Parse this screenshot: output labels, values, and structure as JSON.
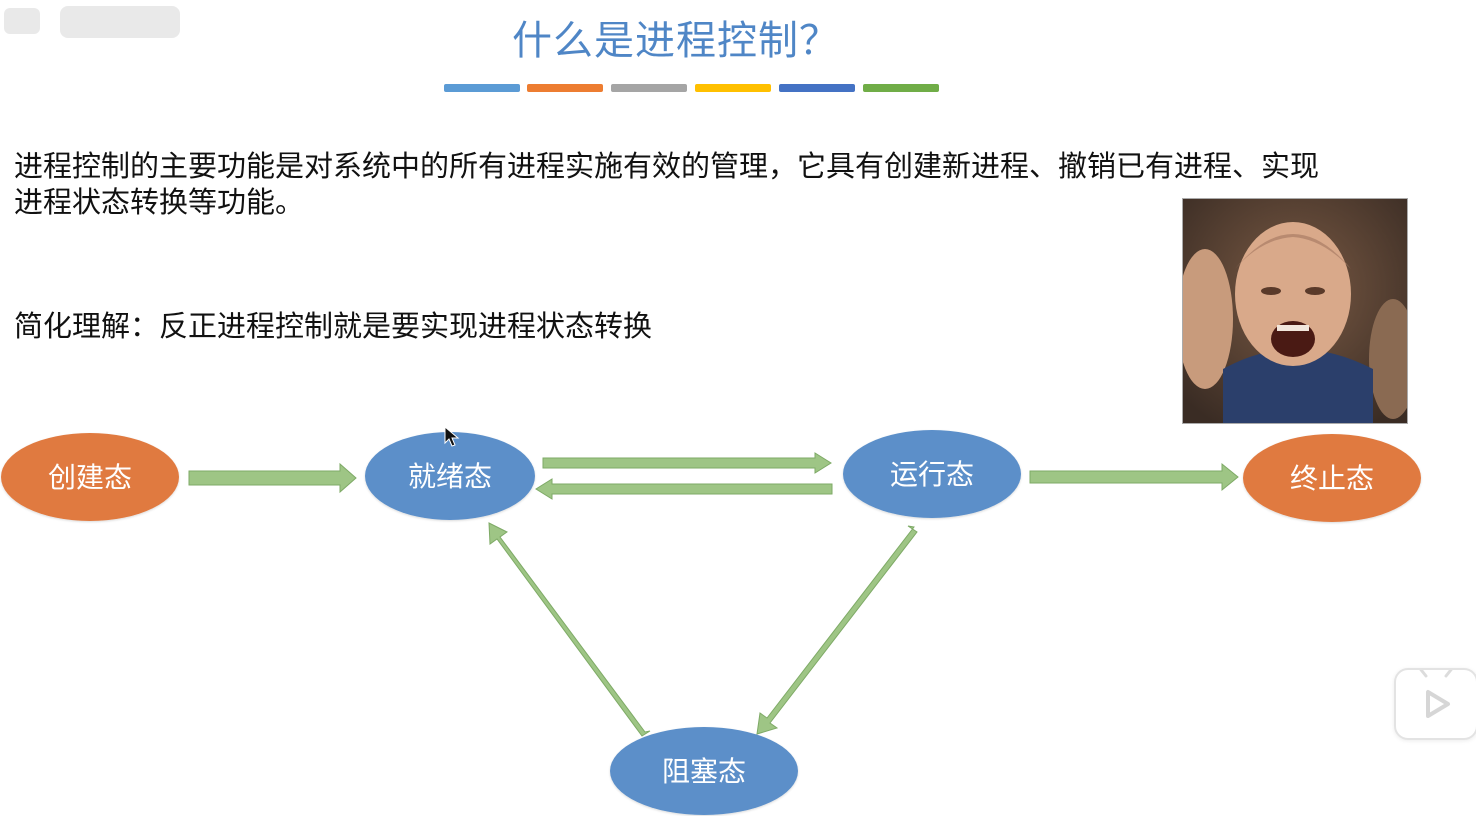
{
  "slide": {
    "title": "什么是进程控制？",
    "title_bar_colors": [
      "#5b9bd5",
      "#ed7d31",
      "#a5a5a5",
      "#ffc000",
      "#4472c4",
      "#70ad47"
    ],
    "paragraph_line1": "进程控制的主要功能是对系统中的所有进程实施有效的管理，它具有创建新进程、撤销已有进程、实现",
    "paragraph_line2": "进程状态转换等功能。",
    "simple_text": "简化理解：反正进程控制就是要实现进程状态转换"
  },
  "diagram": {
    "nodes": {
      "create": {
        "label": "创建态",
        "color": "#e07a3f"
      },
      "ready": {
        "label": "就绪态",
        "color": "#5b8fc9"
      },
      "running": {
        "label": "运行态",
        "color": "#5b8fc9"
      },
      "terminated": {
        "label": "终止态",
        "color": "#e07a3f"
      },
      "blocked": {
        "label": "阻塞态",
        "color": "#5b8fc9"
      }
    },
    "arrow_color": "#9ec585"
  },
  "overlay": {
    "play_icon": "play-icon",
    "cursor_icon": "mouse-cursor-icon",
    "watermark_icon": "watermark-logo"
  }
}
